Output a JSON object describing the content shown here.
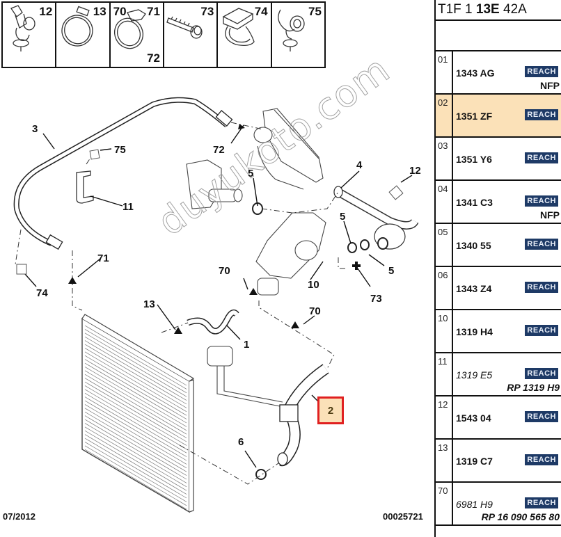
{
  "parts_strip": [
    {
      "labels": [
        "12"
      ],
      "icon": "clip-icon"
    },
    {
      "labels": [
        "13"
      ],
      "icon": "hose-clamp-icon"
    },
    {
      "labels": [
        "70",
        "71",
        "72"
      ],
      "icon": "worm-clamp-icon"
    },
    {
      "labels": [
        "73"
      ],
      "icon": "screw-icon"
    },
    {
      "labels": [
        "74"
      ],
      "icon": "strap-clip-icon"
    },
    {
      "labels": [
        "75"
      ],
      "icon": "pipe-clip-icon"
    }
  ],
  "diagram": {
    "callouts": {
      "c1": "1",
      "c2": "2",
      "c3": "3",
      "c4": "4",
      "c5a": "5",
      "c5b": "5",
      "c5c": "5",
      "c6": "6",
      "c10": "10",
      "c11": "11",
      "c12": "12",
      "c13": "13",
      "c70a": "70",
      "c70b": "70",
      "c71": "71",
      "c72": "72",
      "c73": "73",
      "c74": "74",
      "c75": "75"
    },
    "highlighted_callout": "2",
    "watermark": "duyukoto.com",
    "footer_date": "07/2012",
    "footer_code": "00025721"
  },
  "table": {
    "title_prefix": "T1F 1 ",
    "title_bold": "13E",
    "title_suffix": " 42A",
    "badge_label": "REACH",
    "rows": [
      {
        "index": "01",
        "ref": "1343 AG",
        "italic": false,
        "note": "NFP",
        "selected": false
      },
      {
        "index": "02",
        "ref": "1351 ZF",
        "italic": false,
        "note": "",
        "selected": true
      },
      {
        "index": "03",
        "ref": "1351 Y6",
        "italic": false,
        "note": "",
        "selected": false
      },
      {
        "index": "04",
        "ref": "1341 C3",
        "italic": false,
        "note": "NFP",
        "selected": false
      },
      {
        "index": "05",
        "ref": "1340 55",
        "italic": false,
        "note": "",
        "selected": false
      },
      {
        "index": "06",
        "ref": "1343 Z4",
        "italic": false,
        "note": "",
        "selected": false
      },
      {
        "index": "10",
        "ref": "1319 H4",
        "italic": false,
        "note": "",
        "selected": false
      },
      {
        "index": "11",
        "ref": "1319 E5",
        "italic": true,
        "note": "RP 1319 H9",
        "selected": false
      },
      {
        "index": "12",
        "ref": "1543 04",
        "italic": false,
        "note": "",
        "selected": false
      },
      {
        "index": "13",
        "ref": "1319 C7",
        "italic": false,
        "note": "",
        "selected": false
      },
      {
        "index": "70",
        "ref": "6981 H9",
        "italic": true,
        "note": "RP 16 090 565 80",
        "selected": false
      }
    ]
  }
}
